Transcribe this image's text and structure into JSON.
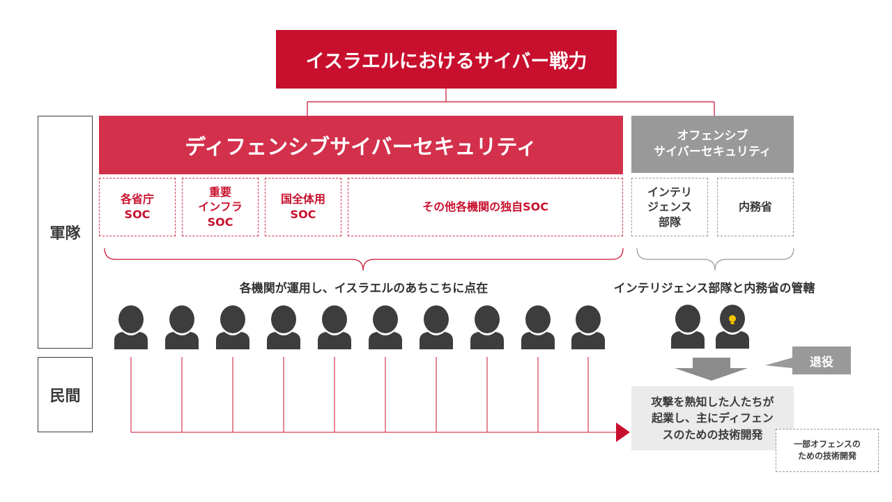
{
  "title": "イスラエルにおけるサイバー戦力",
  "defensive": {
    "header": "ディフェンシブサイバーセキュリティ",
    "units": [
      "各省庁\nSOC",
      "重要\nインフラ\nSOC",
      "国全体用\nSOC",
      "その他各機関の独自SOC"
    ],
    "caption": "各機関が運用し、イスラエルのあちこちに点在"
  },
  "offensive": {
    "header": "オフェンシブ\nサイバーセキュリティ",
    "units": [
      "インテリ\nジェンス\n部隊",
      "内務省"
    ],
    "caption": "インテリジェンス部隊と内務省の管轄"
  },
  "rows": {
    "military": "軍隊",
    "civilian": "民間"
  },
  "retire_label": "退役",
  "result_text": "攻撃を熟知した人たちが\n起業し、主にディフェン\nスのための技術開発",
  "partial_text": "一部オフェンスの\nための技術開発",
  "colors": {
    "primary_red": "#c8102e",
    "defensive_red": "#d3304c",
    "gray": "#999999",
    "dark": "#3a3a3a",
    "light_gray": "#ebebeb"
  },
  "icons": {
    "person": "person-icon",
    "lightbulb": "lightbulb-person-icon"
  }
}
